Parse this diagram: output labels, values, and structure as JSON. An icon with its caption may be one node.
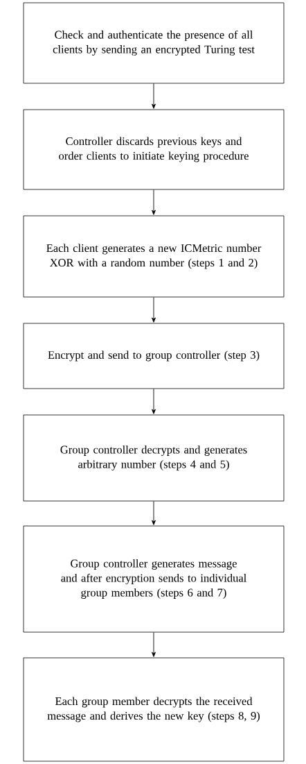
{
  "diagram": {
    "nodes": [
      {
        "text": [
          "Check and authenticate the presence of all clients by sending an encrypted Turing test"
        ]
      },
      {
        "text": [
          "Controller discards previous keys and order clients to initiate keying procedure"
        ]
      },
      {
        "text": [
          "Each client generates a new ICMetric number XOR with a random number (steps 1 and 2)"
        ]
      },
      {
        "text": [
          "Encrypt and send to group controller (step 3)"
        ]
      },
      {
        "text": [
          "Group controller decrypts and generates arbitrary number (steps 4 and 5)"
        ]
      },
      {
        "text": [
          "Group controller generates message and after encryption sends to individual group members (steps 6 and 7)"
        ]
      },
      {
        "text": [
          "Each group member decrypts the received message and derives the new key (steps 8, 9)"
        ]
      }
    ],
    "edges": [
      {
        "from": 0,
        "to": 1,
        "arrow": "to"
      },
      {
        "from": 1,
        "to": 2,
        "arrow": "to"
      },
      {
        "from": 2,
        "to": 3,
        "arrow": "to"
      },
      {
        "from": 3,
        "to": 4,
        "arrow": "to"
      },
      {
        "from": 4,
        "to": 5,
        "arrow": "to"
      },
      {
        "from": 5,
        "to": 6,
        "arrow": "to"
      }
    ]
  }
}
